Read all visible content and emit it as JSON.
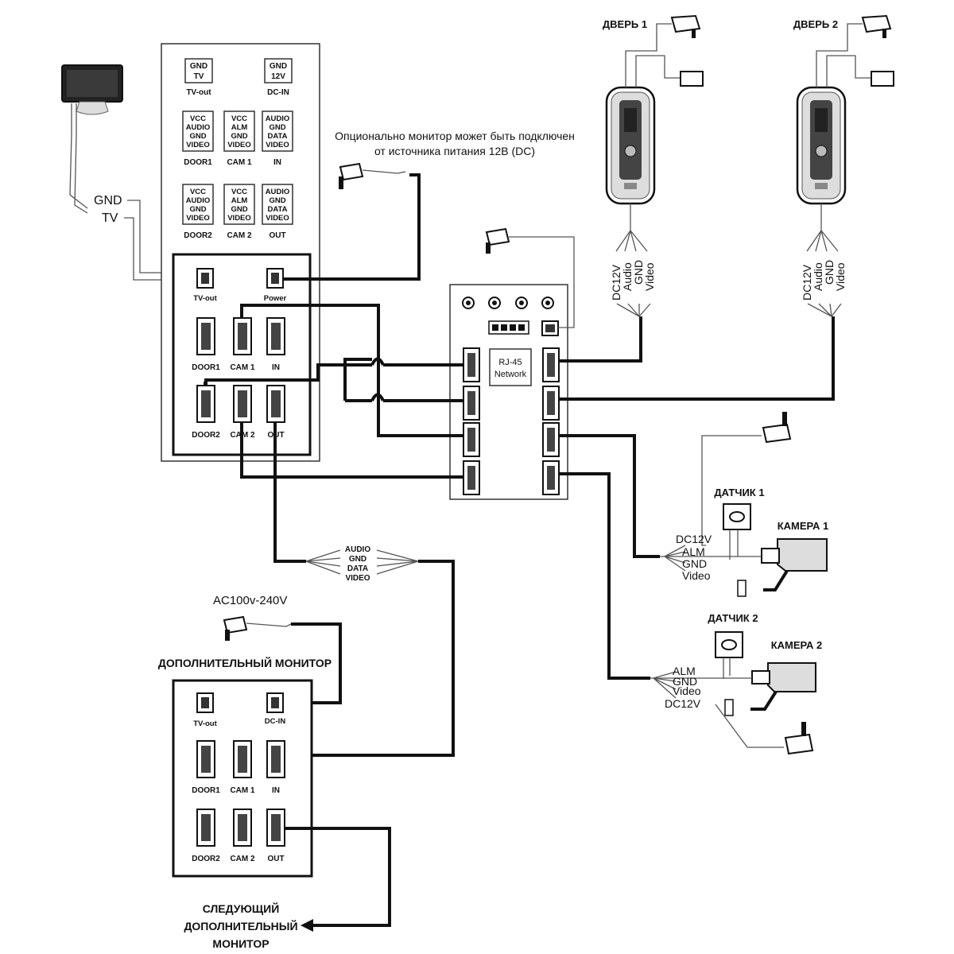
{
  "legend_panel": {
    "blocks": [
      {
        "lines": [
          "GND",
          "TV"
        ],
        "caption": "TV-out"
      },
      {
        "lines": [
          "GND",
          "12V"
        ],
        "caption": "DC-IN"
      },
      {
        "lines": [
          "VCC",
          "AUDIO",
          "GND",
          "VIDEO"
        ],
        "caption": "DOOR1"
      },
      {
        "lines": [
          "VCC",
          "ALM",
          "GND",
          "VIDEO"
        ],
        "caption": "CAM 1"
      },
      {
        "lines": [
          "AUDIO",
          "GND",
          "DATA",
          "VIDEO"
        ],
        "caption": "IN"
      },
      {
        "lines": [
          "VCC",
          "AUDIO",
          "GND",
          "VIDEO"
        ],
        "caption": "DOOR2"
      },
      {
        "lines": [
          "VCC",
          "ALM",
          "GND",
          "VIDEO"
        ],
        "caption": "CAM 2"
      },
      {
        "lines": [
          "AUDIO",
          "GND",
          "DATA",
          "VIDEO"
        ],
        "caption": "OUT"
      }
    ]
  },
  "main_monitor": {
    "tv_out": "TV-out",
    "power": "Power",
    "door1": "DOOR1",
    "cam1": "CAM 1",
    "in": "IN",
    "door2": "DOOR2",
    "cam2": "CAM 2",
    "out": "OUT"
  },
  "tv": {
    "gnd": "GND",
    "tv": "TV"
  },
  "optional_note": {
    "line1": "Опционально монитор может быть подключен",
    "line2": "от источника питания 12В (DC)"
  },
  "switch_box": {
    "network_line1": "RJ-45",
    "network_line2": "Network"
  },
  "door1": {
    "title": "ДВЕРЬ 1",
    "wires": [
      "DC12V",
      "Audio",
      "GND",
      "Video"
    ]
  },
  "door2": {
    "title": "ДВЕРЬ 2",
    "wires": [
      "DC12V",
      "Audio",
      "GND",
      "Video"
    ]
  },
  "sensor1": {
    "title": "ДАТЧИК 1"
  },
  "camera1": {
    "title": "КАМЕРА 1",
    "wires": [
      "DC12V",
      "ALM",
      "GND",
      "Video"
    ]
  },
  "sensor2": {
    "title": "ДАТЧИК 2"
  },
  "camera2": {
    "title": "КАМЕРА 2",
    "wires": [
      "ALM",
      "GND",
      "Video",
      "DC12V"
    ]
  },
  "bus_labels": [
    "AUDIO",
    "GND",
    "DATA",
    "VIDEO"
  ],
  "ac_label": "AC100v-240V",
  "extra_monitor": {
    "title": "ДОПОЛНИТЕЛЬНЫЙ МОНИТОР",
    "tv_out": "TV-out",
    "dc_in": "DC-IN",
    "door1": "DOOR1",
    "cam1": "CAM 1",
    "in": "IN",
    "door2": "DOOR2",
    "cam2": "CAM 2",
    "out": "OUT"
  },
  "next_monitor": {
    "line1": "СЛЕДУЮЩИЙ",
    "line2": "ДОПОЛНИТЕЛЬНЫЙ",
    "line3": "МОНИТОР"
  }
}
